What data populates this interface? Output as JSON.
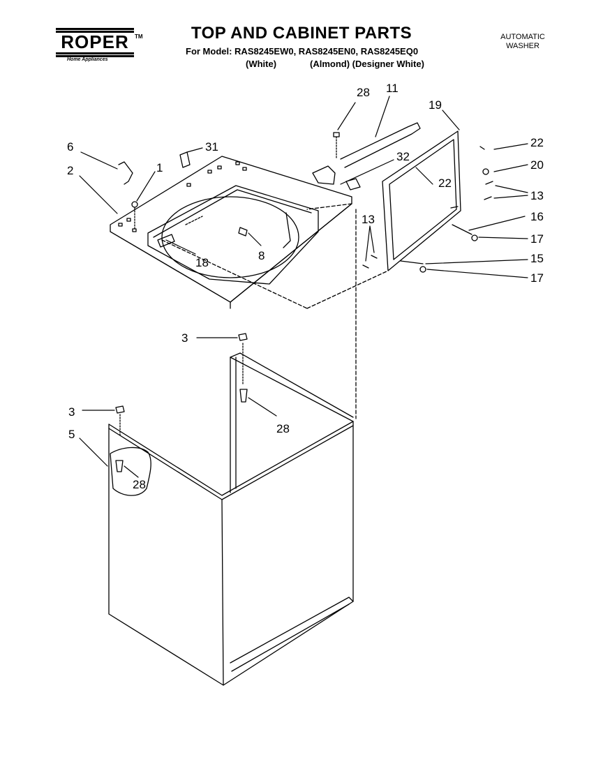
{
  "header": {
    "brand": "ROPER",
    "brand_tm": "TM",
    "brand_sub": "Home Appliances",
    "title": "TOP AND CABINET PARTS",
    "models_line": "For Model: RAS8245EW0, RAS8245EN0, RAS8245EQ0",
    "color_white": "(White)",
    "color_almond_designer": "(Almond) (Designer White)",
    "machine_type_line1": "AUTOMATIC",
    "machine_type_line2": "WASHER"
  },
  "callouts": {
    "c28a": "28",
    "c11": "11",
    "c19": "19",
    "c6": "6",
    "c31": "31",
    "c1": "1",
    "c2": "2",
    "c32": "32",
    "c22a": "22",
    "c22b": "22",
    "c20": "20",
    "c13a": "13",
    "c13b": "13",
    "c16": "16",
    "c17a": "17",
    "c15": "15",
    "c17b": "17",
    "c8": "8",
    "c18": "18",
    "c3a": "3",
    "c3b": "3",
    "c28b": "28",
    "c5": "5",
    "c28c": "28"
  }
}
